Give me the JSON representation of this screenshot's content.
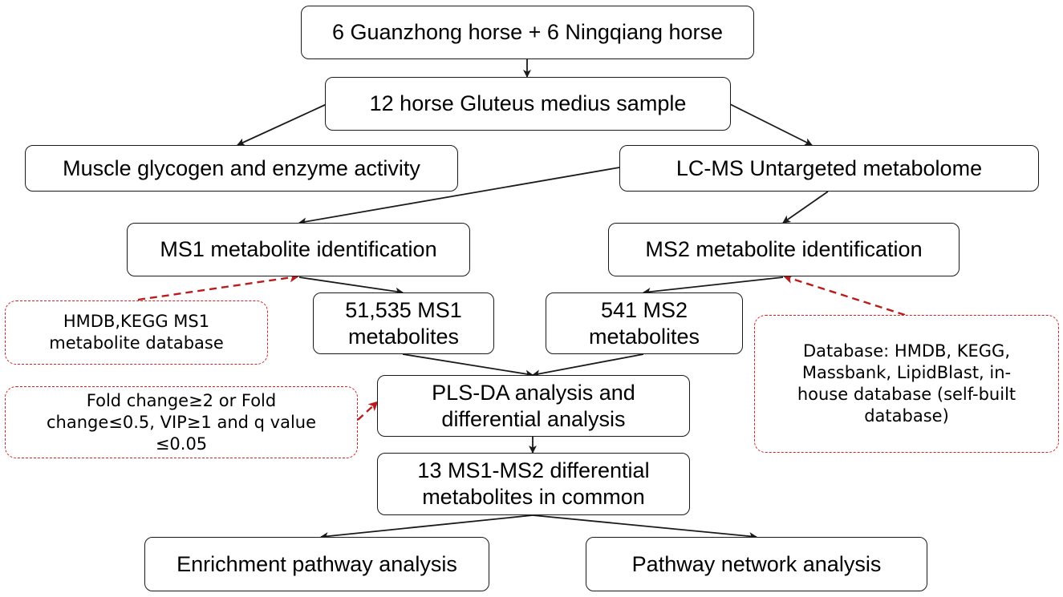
{
  "nodes": {
    "horses": "6 Guanzhong horse + 6 Ningqiang horse",
    "samples": "12 horse Gluteus medius sample",
    "glycogen": "Muscle glycogen and enzyme activity",
    "lcms": "LC-MS Untargeted metabolome",
    "ms1_id": "MS1 metabolite identification",
    "ms2_id": "MS2 metabolite identification",
    "ms1_count": [
      "51,535 MS1",
      "metabolites"
    ],
    "ms2_count": [
      "541 MS2",
      "metabolites"
    ],
    "plsda": [
      "PLS-DA analysis and",
      "differential analysis"
    ],
    "common": [
      "13 MS1-MS2 differential",
      "metabolites in common"
    ],
    "enrichment": "Enrichment pathway analysis",
    "network": "Pathway network analysis"
  },
  "notes": {
    "ms1_db": [
      "HMDB,KEGG MS1",
      "metabolite database"
    ],
    "criteria": [
      "Fold change≥2 or Fold",
      "change≤0.5, VIP≥1 and q value",
      "≤0.05"
    ],
    "ms2_db": [
      "Database: HMDB, KEGG,",
      "Massbank, LipidBlast, in-",
      "house database (self-built",
      "database)"
    ]
  },
  "colors": {
    "box_border": "#1a1a1a",
    "arrow": "#1a1a1a",
    "note_border": "#d42020",
    "note_arrow": "#b81c1c"
  }
}
